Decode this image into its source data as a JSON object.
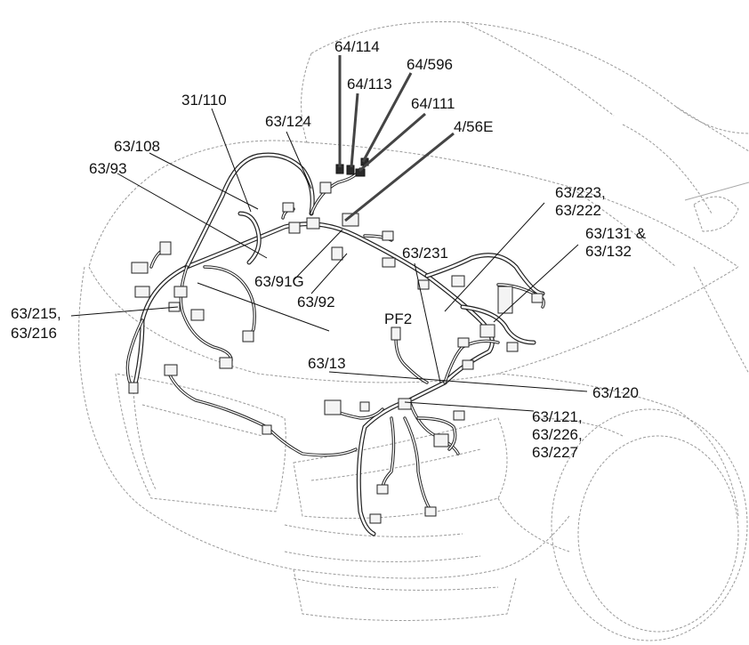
{
  "labels": {
    "l_64_114": "64/114",
    "l_64_596": "64/596",
    "l_64_113": "64/113",
    "l_64_111": "64/111",
    "l_31_110": "31/110",
    "l_63_124": "63/124",
    "l_4_56e": "4/56E",
    "l_63_108": "63/108",
    "l_63_93": "63/93",
    "l_63_223": "63/223,",
    "l_63_222": "63/222",
    "l_63_131": "63/131 &",
    "l_63_132": "63/132",
    "l_63_231": "63/231",
    "l_63_91g": "63/91G",
    "l_63_92": "63/92",
    "l_63_215": "63/215,",
    "l_63_216": "63/216",
    "l_pf2": "PF2",
    "l_63_13": "63/13",
    "l_63_120": "63/120",
    "l_63_121": "63/121,",
    "l_63_226": "63/226,",
    "l_63_227": "63/227"
  }
}
